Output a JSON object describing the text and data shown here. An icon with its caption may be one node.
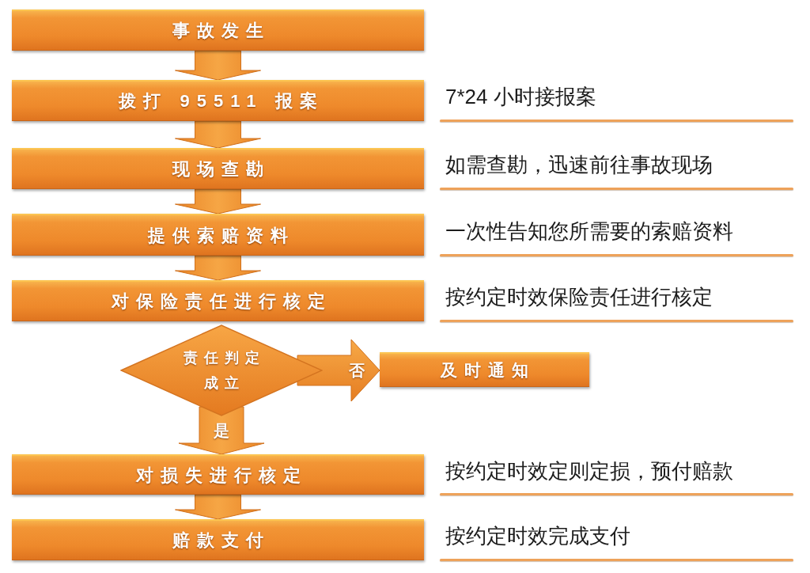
{
  "diagram": {
    "nodes": [
      {
        "text": [
          "事故发生"
        ]
      },
      {
        "text": [
          "拨打 95511 报案"
        ],
        "beside": [
          "7*24 小时接报案"
        ]
      },
      {
        "text": [
          "现场查勘"
        ],
        "beside": [
          "如需查勘，迅速前往事故现场"
        ]
      },
      {
        "text": [
          "提供索赔资料"
        ],
        "beside": [
          "一次性告知您所需要的索赔资料"
        ]
      },
      {
        "text": [
          "对保险责任进行核定"
        ],
        "beside": [
          "按约定时效保险责任进行核定"
        ]
      },
      {
        "text": [
          "责任判定成立"
        ]
      },
      {
        "text": [
          "及时通知"
        ]
      },
      {
        "text": [
          "对损失进行核定"
        ],
        "beside": [
          "按约定时效定则定损，预付赔款"
        ]
      },
      {
        "text": [
          "赔款支付"
        ],
        "beside": [
          "按约定时效完成支付"
        ]
      }
    ],
    "edges": [
      {
        "from": 0,
        "to": 1,
        "arrow": "to"
      },
      {
        "from": 1,
        "to": 2,
        "arrow": "to"
      },
      {
        "from": 2,
        "to": 3,
        "arrow": "to"
      },
      {
        "from": 3,
        "to": 4,
        "arrow": "to"
      },
      {
        "from": 5,
        "to": 6,
        "arrow": "to",
        "label": "否"
      },
      {
        "from": 5,
        "to": 7,
        "arrow": "to",
        "label": "是"
      },
      {
        "from": 7,
        "to": 8,
        "arrow": "to"
      }
    ]
  }
}
